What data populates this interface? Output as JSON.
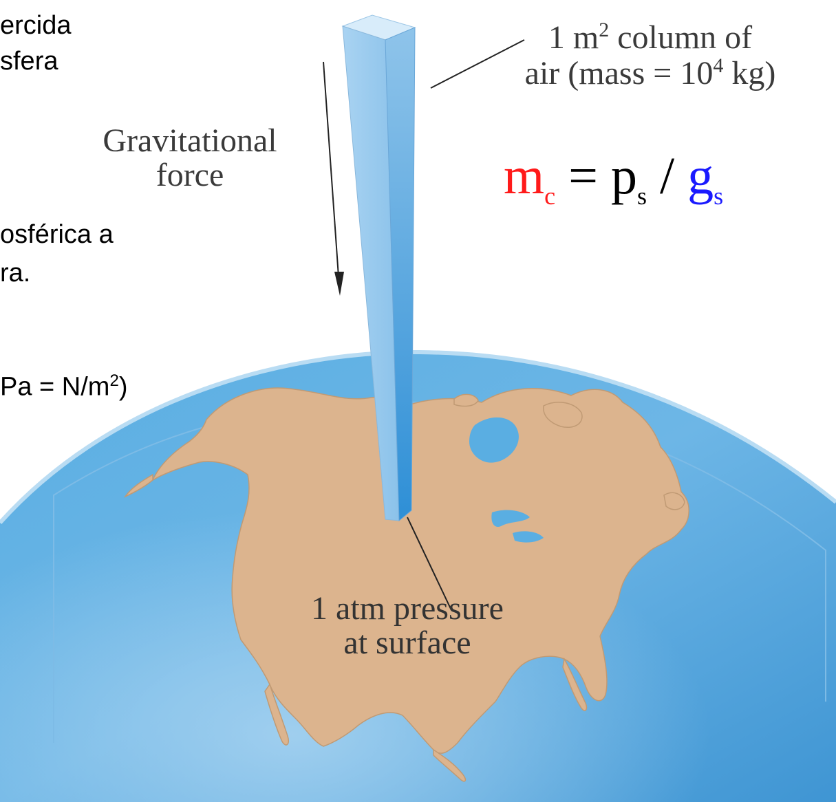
{
  "slide_text": {
    "line1": "ercida",
    "line2": "sfera",
    "line3": "osférica a",
    "line4": "ra.",
    "line5_prefix": "Pa = N/m",
    "line5_sup": "2",
    "line5_suffix": ")"
  },
  "labels": {
    "gravitational_line1": "Gravitational",
    "gravitational_line2": "force",
    "column_line1_a": "1 m",
    "column_line1_sup": "2",
    "column_line1_b": " column of",
    "column_line2_a": "air (mass = 10",
    "column_line2_sup": "4",
    "column_line2_b": " kg)",
    "surface_line1": "1 atm pressure",
    "surface_line2": "at surface"
  },
  "formula": {
    "m": "m",
    "m_sub": "c",
    "eq": " = ",
    "p": "p",
    "p_sub": "s",
    "div": " / ",
    "g": "g",
    "g_sub": "s"
  },
  "colors": {
    "ocean": "#4a9fd8",
    "ocean_light": "#8cc4ea",
    "land": "#dcb48e",
    "column": "#9ccbee",
    "formula_red": "#ff1a1a",
    "formula_blue": "#1a1aff"
  }
}
